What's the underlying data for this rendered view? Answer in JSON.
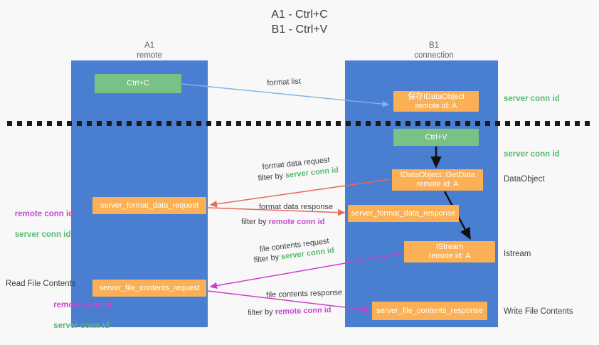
{
  "title": "A1 - Ctrl+C\nB1 - Ctrl+V",
  "lanes": {
    "left": {
      "name": "A1",
      "sub": "remote"
    },
    "right": {
      "name": "B1",
      "sub": "connection"
    }
  },
  "nodes": {
    "ctrl_c": "Ctrl+C",
    "idataobject_saved": "保存IDataObject\nremote id: A",
    "ctrl_v": "Ctrl+V",
    "getdata": "IDataObject::GetData\nremote id: A",
    "istream": "IStream\nremote id: A",
    "server_format_data_request": "server_format_data_request",
    "server_format_data_response": "server_format_data_response",
    "server_file_contents_request": "server_file_contents_request",
    "server_file_contents_response": "server_file_contents_response"
  },
  "edge_labels": {
    "format_list": "format list",
    "format_data_request": "format data request",
    "filter_by": "filter by ",
    "server_conn_id": "server conn id",
    "format_data_response": "format data response",
    "remote_conn_id": "remote conn id",
    "file_contents_request": "file contents request",
    "file_contents_response": "file contents response"
  },
  "side_notes": {
    "server_conn_id_top": "server conn id",
    "server_conn_id_mid": "server conn id",
    "dataobject": "DataObject",
    "istream": "Istream",
    "write_file_contents": "Write File Contents",
    "read_file_contents": "Read File Contents",
    "remote_conn_id": "remote conn id",
    "server_conn_id": "server conn id"
  },
  "colors": {
    "lane": "#4a7ed0",
    "green": "#78c285",
    "orange": "#fbb055",
    "server_conn": "#57bb6e",
    "remote_conn": "#c24ad0",
    "arrow_blue": "#7fb3e8",
    "arrow_red": "#e8695e",
    "arrow_magenta": "#cc3ecc",
    "arrow_black": "#111111",
    "background": "#f8f8f8"
  }
}
